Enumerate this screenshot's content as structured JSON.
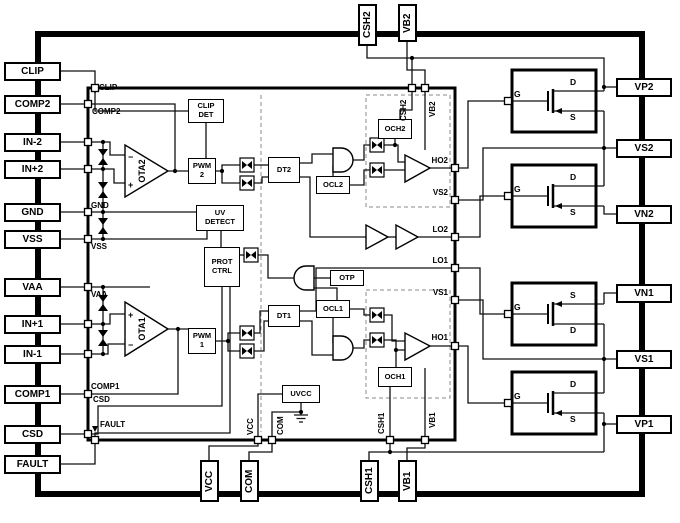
{
  "pins": {
    "left": [
      "CLIP",
      "COMP2",
      "IN-2",
      "IN+2",
      "GND",
      "VSS",
      "VAA",
      "IN+1",
      "IN-1",
      "COMP1",
      "CSD",
      "FAULT"
    ],
    "top": [
      "CSH2",
      "VB2"
    ],
    "bottom": [
      "VCC",
      "COM",
      "CSH1",
      "VB1"
    ],
    "right": [
      "VP2",
      "VS2",
      "VN2",
      "VN1",
      "VS1",
      "VP1"
    ]
  },
  "internal": {
    "left": [
      "CLIP",
      "COMP2",
      "GND",
      "VSS",
      "VAA",
      "COMP1",
      "CSD",
      "FAULT"
    ],
    "right": [
      "HO2",
      "VS2",
      "LO2",
      "LO1",
      "VS1",
      "HO1"
    ],
    "top": [
      "CSH2",
      "VB2"
    ],
    "bottom": [
      "VCC",
      "COM",
      "CSH1",
      "VB1"
    ]
  },
  "blocks": {
    "clip_det": {
      "line1": "CLIP",
      "line2": "DET"
    },
    "pwm2": {
      "line1": "PWM",
      "line2": "2"
    },
    "uv_detect": {
      "line1": "UV",
      "line2": "DETECT"
    },
    "prot_ctrl": {
      "line1": "PROT",
      "line2": "CTRL"
    },
    "pwm1": {
      "line1": "PWM",
      "line2": "1"
    },
    "dt2": "DT2",
    "dt1": "DT1",
    "ocl2": "OCL2",
    "ocl1": "OCL1",
    "otp": "OTP",
    "och2": "OCH2",
    "och1": "OCH1",
    "uvcc": "UVCC"
  },
  "amplifiers": {
    "ota2": "OTA2",
    "ota1": "OTA1",
    "plus": "+",
    "minus": "−"
  },
  "fet_labels": {
    "g": "G",
    "d": "D",
    "s": "S"
  },
  "colors": {
    "wire": "#111111",
    "border": "#000000",
    "dashed": "#888888",
    "background": "#ffffff"
  }
}
